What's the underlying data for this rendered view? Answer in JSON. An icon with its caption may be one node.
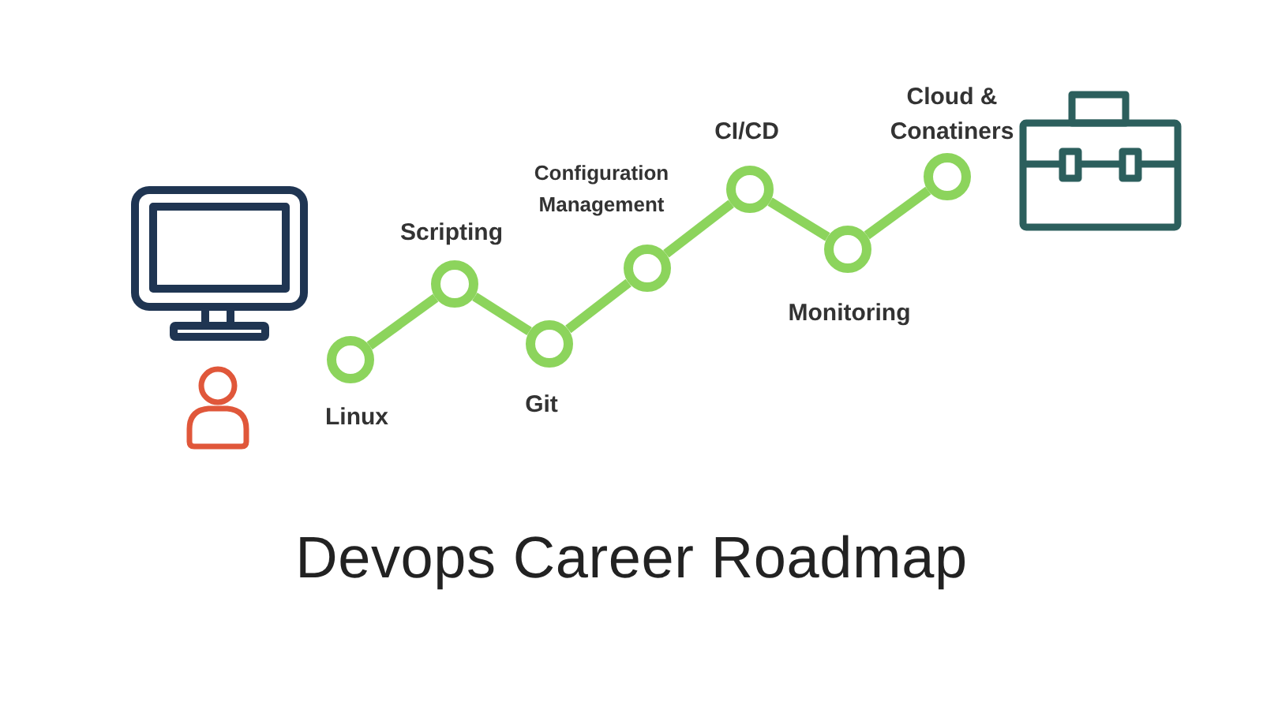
{
  "diagram": {
    "title": "Devops Career Roadmap",
    "nodes": [
      {
        "text": [],
        "shape": "circle",
        "beside": [
          "Linux"
        ]
      },
      {
        "text": [],
        "shape": "circle",
        "beside": [
          "Scripting"
        ]
      },
      {
        "text": [],
        "shape": "circle",
        "beside": [
          "Git"
        ]
      },
      {
        "text": [],
        "shape": "circle",
        "beside": [
          "Configuration Management"
        ]
      },
      {
        "text": [],
        "shape": "circle",
        "beside": [
          "CI/CD"
        ]
      },
      {
        "text": [],
        "shape": "circle",
        "beside": [
          "Monitoring"
        ]
      },
      {
        "text": [],
        "shape": "circle",
        "beside": [
          "Cloud & Conatiners"
        ]
      }
    ],
    "edges": [
      {
        "from": 0,
        "to": 1,
        "arrow": "none"
      },
      {
        "from": 1,
        "to": 2,
        "arrow": "none"
      },
      {
        "from": 2,
        "to": 3,
        "arrow": "none"
      },
      {
        "from": 3,
        "to": 4,
        "arrow": "none"
      },
      {
        "from": 4,
        "to": 5,
        "arrow": "none"
      },
      {
        "from": 5,
        "to": 6,
        "arrow": "none"
      }
    ]
  }
}
